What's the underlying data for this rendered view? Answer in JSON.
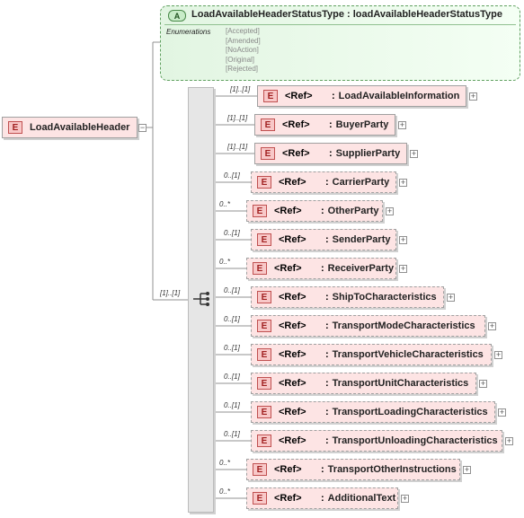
{
  "root": {
    "label": "LoadAvailableHeader",
    "badge": "E"
  },
  "attribute": {
    "badge": "A",
    "title": "LoadAvailableHeaderStatusType : loadAvailableHeaderStatusType",
    "enum_label": "Enumerations",
    "enumerations": [
      "[Accepted]",
      "[Amended]",
      "[NoAction]",
      "[Original]",
      "[Rejected]"
    ]
  },
  "sequence": {
    "cardinality": "[1]..[1]"
  },
  "children": [
    {
      "card": "[1]..[1]",
      "ref": "<Ref>",
      "name": "LoadAvailableInformation",
      "optional": false
    },
    {
      "card": "[1]..[1]",
      "ref": "<Ref>",
      "name": "BuyerParty",
      "optional": false
    },
    {
      "card": "[1]..[1]",
      "ref": "<Ref>",
      "name": "SupplierParty",
      "optional": false
    },
    {
      "card": "0..[1]",
      "ref": "<Ref>",
      "name": "CarrierParty",
      "optional": true
    },
    {
      "card": "0..*",
      "ref": "<Ref>",
      "name": "OtherParty",
      "optional": true
    },
    {
      "card": "0..[1]",
      "ref": "<Ref>",
      "name": "SenderParty",
      "optional": true
    },
    {
      "card": "0..*",
      "ref": "<Ref>",
      "name": "ReceiverParty",
      "optional": true
    },
    {
      "card": "0..[1]",
      "ref": "<Ref>",
      "name": "ShipToCharacteristics",
      "optional": true
    },
    {
      "card": "0..[1]",
      "ref": "<Ref>",
      "name": "TransportModeCharacteristics",
      "optional": true
    },
    {
      "card": "0..[1]",
      "ref": "<Ref>",
      "name": "TransportVehicleCharacteristics",
      "optional": true
    },
    {
      "card": "0..[1]",
      "ref": "<Ref>",
      "name": "TransportUnitCharacteristics",
      "optional": true
    },
    {
      "card": "0..[1]",
      "ref": "<Ref>",
      "name": "TransportLoadingCharacteristics",
      "optional": true
    },
    {
      "card": "0..[1]",
      "ref": "<Ref>",
      "name": "TransportUnloadingCharacteristics",
      "optional": true
    },
    {
      "card": "0..*",
      "ref": "<Ref>",
      "name": "TransportOtherInstructions",
      "optional": true
    },
    {
      "card": "0..*",
      "ref": "<Ref>",
      "name": "AdditionalText",
      "optional": true
    }
  ]
}
